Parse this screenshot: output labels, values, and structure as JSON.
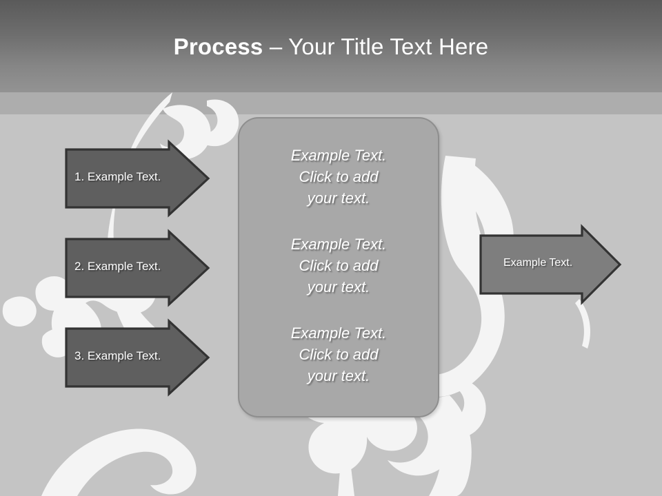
{
  "slide": {
    "title": {
      "bold_part": "Process ",
      "rest": "– Your Title Text Here"
    },
    "colors": {
      "background": "#c4c4c4",
      "band_mid": "#adadad",
      "header_gradient_top": "#5a5a5a",
      "header_gradient_bottom": "#939393",
      "step_arrow_fill": "#5f5f5f",
      "step_arrow_border": "#333333",
      "output_arrow_fill": "#7e7e7e",
      "panel_fill": "#a8a8a8",
      "panel_border": "#8e8e8e",
      "text": "#ffffff",
      "floral": "#f3f3f3"
    },
    "steps": [
      {
        "label": "1. Example Text."
      },
      {
        "label": "2. Example Text."
      },
      {
        "label": "3. Example Text."
      }
    ],
    "panel": {
      "blocks": [
        "Example Text.\nClick  to add\nyour text.",
        "Example Text.\nClick  to add\nyour text.",
        "Example Text.\nClick  to add\nyour text."
      ]
    },
    "output": {
      "label": "Example Text."
    }
  }
}
